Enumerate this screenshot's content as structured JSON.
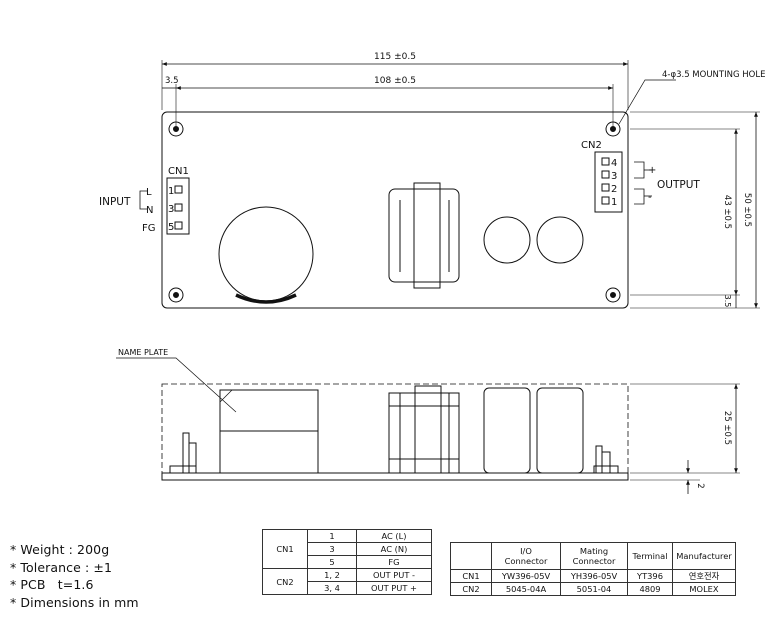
{
  "top_view": {
    "dim_width_overall": "115 ±0.5",
    "dim_width_holes": "108 ±0.5",
    "dim_hole_offset": "3.5",
    "dim_height_holes": "43 ±0.5",
    "dim_height_overall": "50 ±0.5",
    "dim_hole_offset_bottom": "3.5",
    "mounting_hole_label": "4-φ3.5 MOUNTING HOLE",
    "cn1_label": "CN1",
    "cn2_label": "CN2",
    "input_label": "INPUT",
    "pin_l": "L",
    "pin_n": "N",
    "pin_fg": "FG",
    "cn1_pins": [
      "1",
      "3",
      "5"
    ],
    "cn2_pins": [
      "4",
      "3",
      "2",
      "1"
    ],
    "output_label": "OUTPUT",
    "plus": "+",
    "minus": "-"
  },
  "side_view": {
    "name_plate_label": "NAME PLATE",
    "dim_height": "25 ±0.5",
    "dim_pcb": "2"
  },
  "specs": [
    "* Weight : 200g",
    "* Tolerance : ±1",
    "* PCB   t=1.6",
    "* Dimensions in mm"
  ],
  "pin_table": {
    "cn1": "CN1",
    "cn2": "CN2",
    "cn1_rows": [
      {
        "pin": "1",
        "signal": "AC (L)"
      },
      {
        "pin": "3",
        "signal": "AC (N)"
      },
      {
        "pin": "5",
        "signal": "FG"
      }
    ],
    "cn2_rows": [
      {
        "pin": "1, 2",
        "signal": "OUT PUT -"
      },
      {
        "pin": "3, 4",
        "signal": "OUT PUT +"
      }
    ]
  },
  "connector_table": {
    "headers": [
      "",
      "I/O\nConnector",
      "Mating\nConnector",
      "Terminal",
      "Manufacturer"
    ],
    "rows": [
      [
        "CN1",
        "YW396-05V",
        "YH396-05V",
        "YT396",
        "연호전자"
      ],
      [
        "CN2",
        "5045-04A",
        "5051-04",
        "4809",
        "MOLEX"
      ]
    ]
  }
}
